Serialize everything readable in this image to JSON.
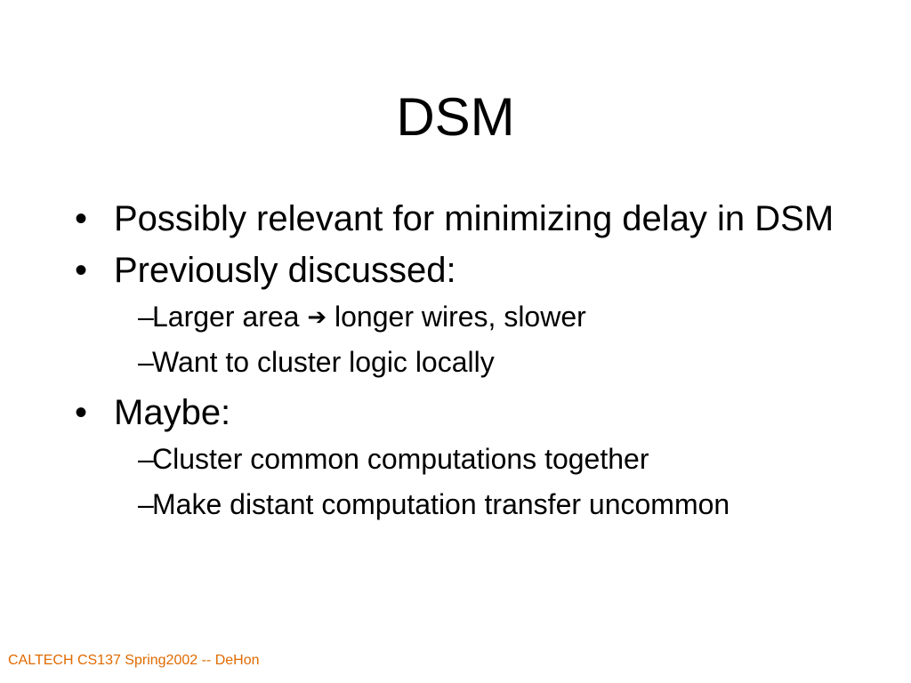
{
  "slide": {
    "title": "DSM",
    "bullets": [
      {
        "text": "Possibly relevant for minimizing delay in DSM"
      },
      {
        "text": "Previously discussed:"
      },
      {
        "text": "Maybe:"
      }
    ],
    "sub_bullets": [
      {
        "before": "Larger area ",
        "arrow": "➔",
        "after": " longer wires, slower"
      },
      {
        "text": "Want to cluster logic locally"
      },
      {
        "text": "Cluster common computations together"
      },
      {
        "text": "Make distant computation transfer uncommon"
      }
    ],
    "bullet_mark": "•",
    "sub_mark": "–",
    "footer": "CALTECH CS137 Spring2002 -- DeHon"
  },
  "colors": {
    "background": "#ffffff",
    "text": "#000000",
    "footer": "#e06a00"
  },
  "icons": {
    "bullet": "round-bullet-icon",
    "sub_bullet": "en-dash-icon",
    "arrow": "right-arrow-icon"
  }
}
